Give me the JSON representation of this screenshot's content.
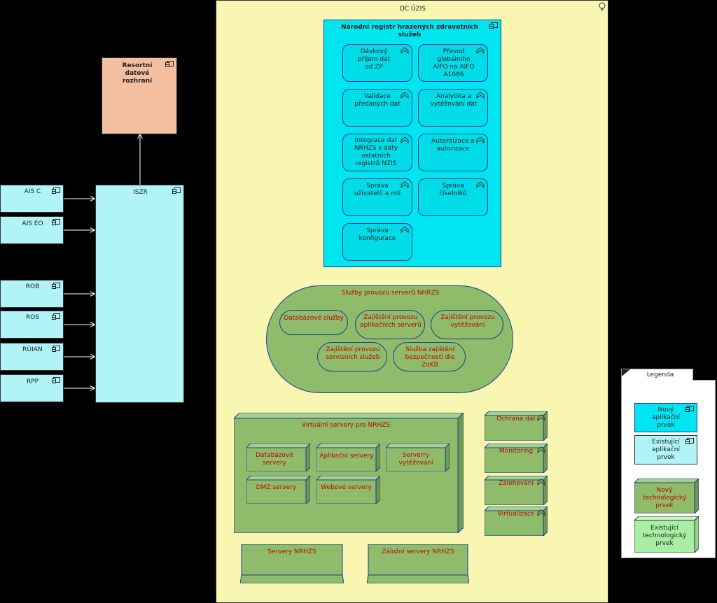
{
  "dc": {
    "title": "DC ÚZIS"
  },
  "nrhzs": {
    "title": "Národní registr hrazených zdravotních služeb",
    "functions": [
      "Dávkový příjem dat od ZP",
      "Převod globálního AIFO na AIFO A1086",
      "Validace předaných dat",
      "Analytika a vytěžování dat",
      "Integrace dat NRHZS s daty ostatních registrů NZIS",
      "Autentizace a autorizace",
      "Správa uživatelů a rolí",
      "Správa číselníků",
      "Správa konfigurace"
    ]
  },
  "resortni": {
    "title": "Resortní datové rozhraní"
  },
  "iszr": {
    "title": "ISZR"
  },
  "left_systems": [
    "AIS C",
    "AIS EO",
    "ROB",
    "ROS",
    "RÚIAN",
    "RPP"
  ],
  "sluzby": {
    "title": "Služby provozu serverů NHRZS",
    "items": [
      "Databázové služby",
      "Zajištění provozu aplikačních serverů",
      "Zajištění provozu vytěžování",
      "Zajištění provozu servisních služeb",
      "Služba zajištění bezpečnosti dle ZoKB"
    ]
  },
  "virtual": {
    "title": "Virtuální servery pro NRHZS",
    "nodes": [
      "Databázové servery",
      "Aplikační servery",
      "Serverry vytěžování",
      "DMZ servery",
      "Webové servery"
    ]
  },
  "side_nodes": [
    "Ochrana dat",
    "Monitoring",
    "Zálohování",
    "Virtualizace"
  ],
  "bottom": [
    "Servery NRHZS",
    "Záložní servery NRHZS"
  ],
  "legend": {
    "title": "Legenda",
    "items": [
      "Nový aplikační prvek",
      "Existující aplikační prvek",
      "Nový technologický prvek",
      "Existující technologický prvek"
    ]
  }
}
